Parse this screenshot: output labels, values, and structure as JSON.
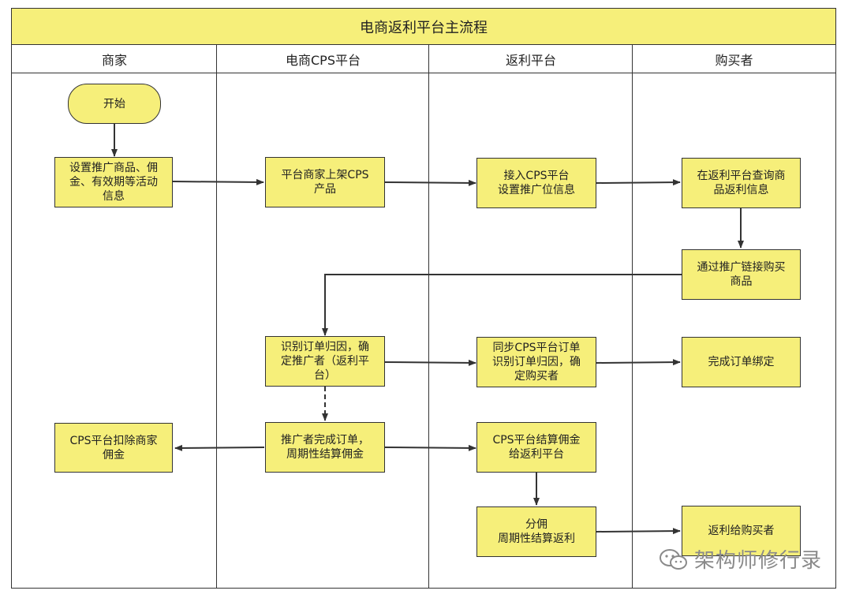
{
  "title": "电商返利平台主流程",
  "lanes": [
    "商家",
    "电商CPS平台",
    "返利平台",
    "购买者"
  ],
  "nodes": {
    "start": "开始",
    "merchant_setup": "设置推广商品、佣\n金、有效期等活动\n信息",
    "cps_list": "平台商家上架CPS\n产品",
    "rebate_access": "接入CPS平台\n设置推广位信息",
    "buyer_query": "在返利平台查询商\n品返利信息",
    "buyer_purchase": "通过推广链接购买\n商品",
    "cps_identify": "识别订单归因，确\n定推广者（返利平\n台）",
    "rebate_sync": "同步CPS平台订单\n识别订单归因，确\n定购买者",
    "buyer_bind": "完成订单绑定",
    "merchant_deduct": "CPS平台扣除商家\n佣金",
    "cps_complete": "推广者完成订单，\n周期性结算佣金",
    "rebate_settle": "CPS平台结算佣金\n给返利平台",
    "rebate_split": "分佣\n周期性结算返利",
    "buyer_rebate": "返利给购买者"
  },
  "watermark": "架构师修行录"
}
